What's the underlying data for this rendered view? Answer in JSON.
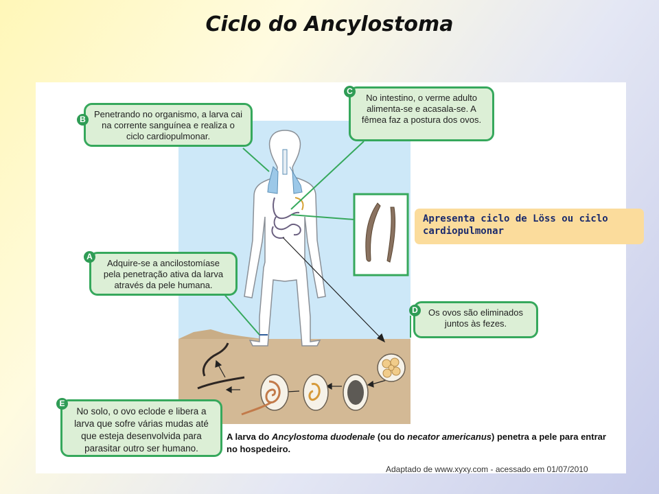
{
  "title": "Ciclo do Ancylostoma",
  "callouts": {
    "a": {
      "letter": "A",
      "text": "Adquire-se a ancilostomíase pela penetração ativa da larva através da pele humana."
    },
    "b": {
      "letter": "B",
      "text": "Penetrando no organismo, a larva cai na corrente sanguínea e realiza o ciclo cardiopulmonar."
    },
    "c": {
      "letter": "C",
      "text": "No intestino, o verme adulto alimenta-se e acasala-se. A fêmea faz a postura dos ovos."
    },
    "d": {
      "letter": "D",
      "text": "Os ovos são eliminados juntos às fezes."
    },
    "e": {
      "letter": "E",
      "text": "No solo, o ovo eclode e libera a larva que sofre várias mudas até que esteja desenvolvida para parasitar outro ser humano."
    }
  },
  "caption": {
    "part1": "A larva do ",
    "species1": "Ancylostoma duodenale",
    "part2": " (ou do ",
    "species2": "necator americanus",
    "part3": ") penetra a pele para entrar no hospedeiro."
  },
  "source": "Adaptado de www.xyxy.com - acessado em 01/07/2010",
  "note": "Apresenta ciclo de Löss ou ciclo cardiopulmonar",
  "colors": {
    "callout_border": "#36a85c",
    "callout_fill": "#dcefd6",
    "sky": "#cde8f8",
    "soil": "#d3b995",
    "note_fill": "#fbdc9c",
    "note_text": "#1a2a6c"
  }
}
